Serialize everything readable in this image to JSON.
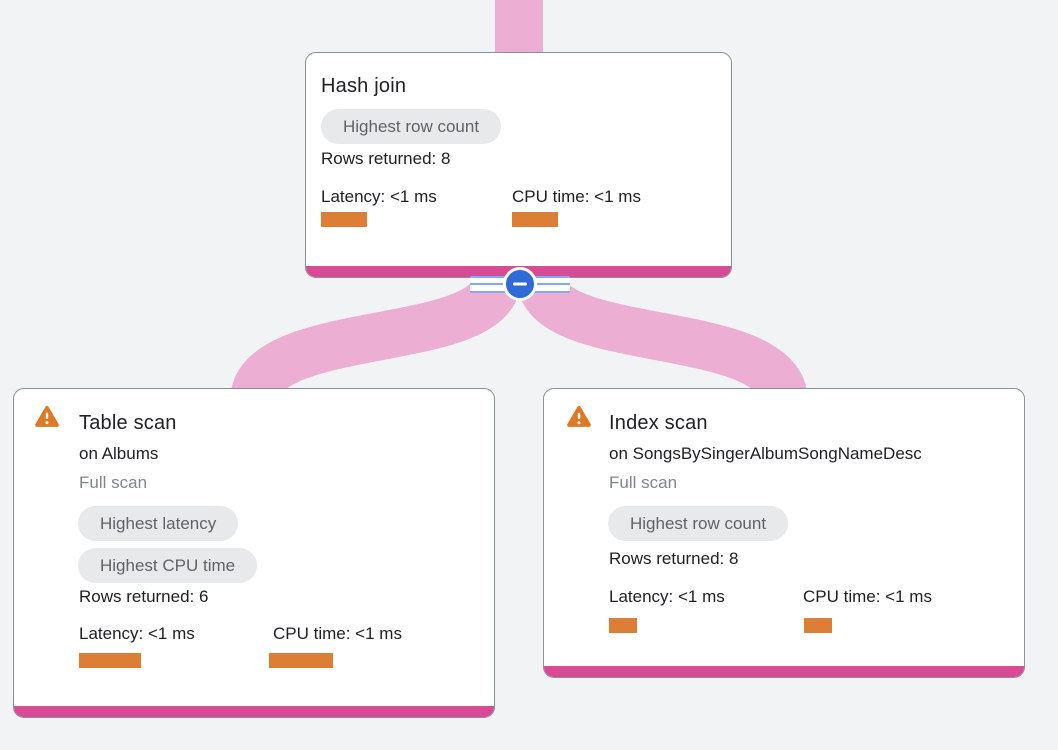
{
  "colors": {
    "bg": "#f1f3f4",
    "card": "#ffffff",
    "border": "#8b9197",
    "magenta": "#d64a96",
    "link": "#ecaed3",
    "orange": "#dc7e35",
    "warning": "#de7a26",
    "pillBg": "#e8e9ea",
    "pillText": "#5f6368",
    "textDark": "#202124",
    "textGray": "#80868b",
    "blue": "#2e6bd6",
    "stripe": "#84a9ef"
  },
  "nodes": [
    {
      "title": "Hash join",
      "badges": [
        "Highest row count"
      ],
      "rows_returned": "Rows returned: 8",
      "latency_label": "Latency: <1 ms",
      "cpu_label": "CPU time: <1 ms",
      "latency_bar_w": 46,
      "cpu_bar_w": 46
    },
    {
      "title": "Table scan",
      "subtitle": "on Albums",
      "scan_type": "Full scan",
      "badges": [
        "Highest latency",
        "Highest CPU time"
      ],
      "rows_returned": "Rows returned: 6",
      "latency_label": "Latency: <1 ms",
      "cpu_label": "CPU time: <1 ms",
      "latency_bar_w": 62,
      "cpu_bar_w": 64
    },
    {
      "title": "Index scan",
      "subtitle": "on SongsBySingerAlbumSongNameDesc",
      "scan_type": "Full scan",
      "badges": [
        "Highest row count"
      ],
      "rows_returned": "Rows returned: 8",
      "latency_label": "Latency: <1 ms",
      "cpu_label": "CPU time: <1 ms",
      "latency_bar_w": 28,
      "cpu_bar_w": 28
    }
  ]
}
